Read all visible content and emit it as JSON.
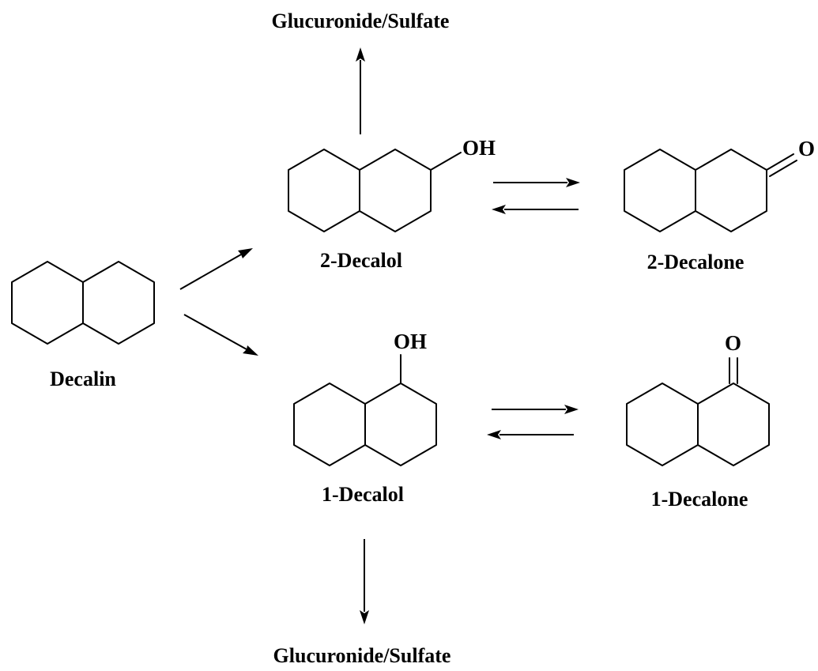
{
  "compounds": {
    "decalin": {
      "name": "Decalin"
    },
    "decalol_2": {
      "name": "2-Decalol",
      "substituent": "OH"
    },
    "decalone_2": {
      "name": "2-Decalone",
      "substituent": "O"
    },
    "decalol_1": {
      "name": "1-Decalol",
      "substituent": "OH"
    },
    "decalone_1": {
      "name": "1-Decalone",
      "substituent": "O"
    }
  },
  "conjugates": {
    "top": "Glucuronide/Sulfate",
    "bottom": "Glucuronide/Sulfate"
  }
}
